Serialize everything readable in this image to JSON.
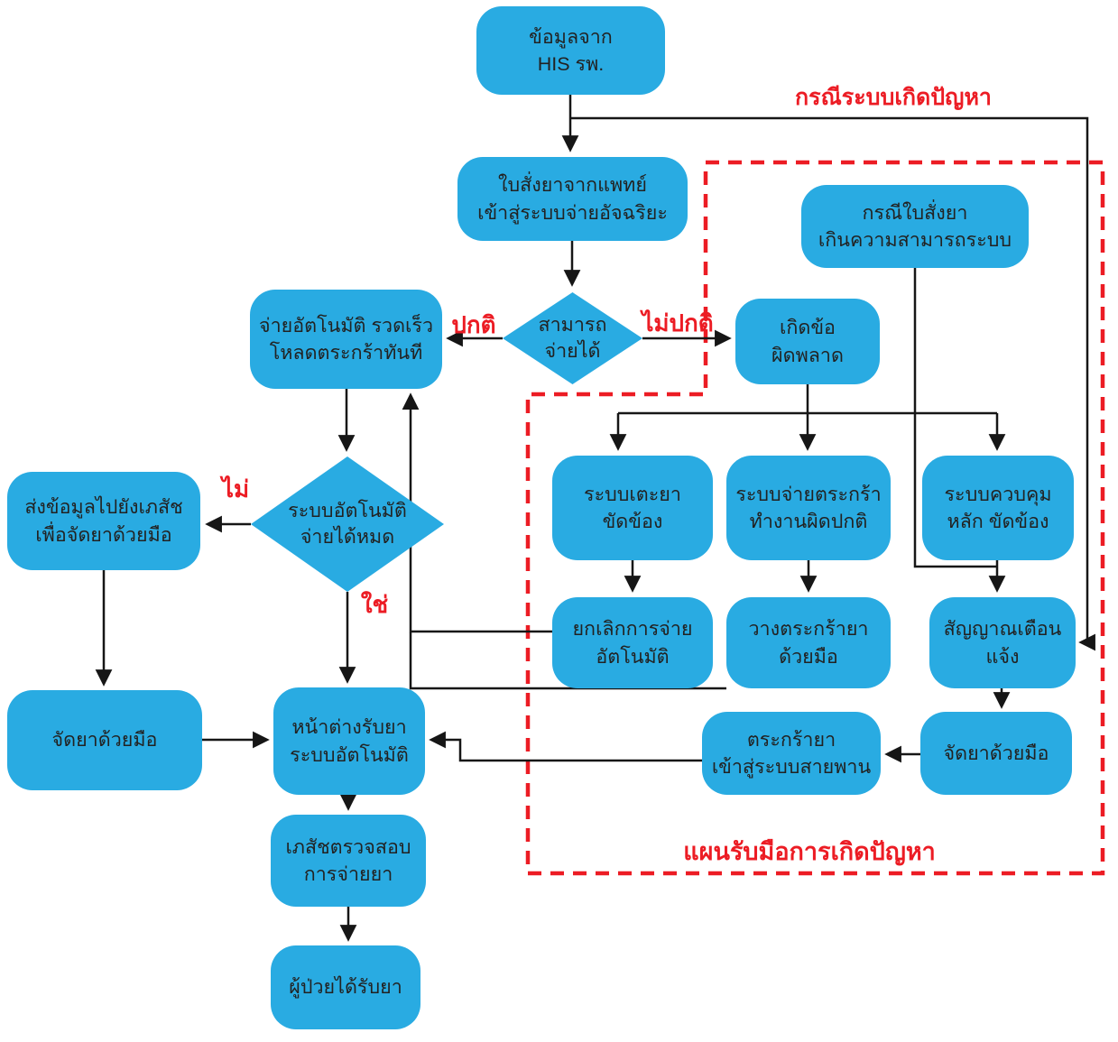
{
  "diagram": {
    "background": "#ffffff",
    "node_fill": "#29ABE2",
    "node_text_color": "#222222",
    "connector_color": "#161616",
    "alert_color": "#EC1C24",
    "nodes": {
      "his_data": "ข้อมูลจาก\nHIS รพ.",
      "prescription_entry": "ใบสั่งยาจากแพทย์\nเข้าสู่ระบบจ่ายอัจฉริยะ",
      "over_capacity_case": "กรณีใบสั่งยา\nเกินความสามารถระบบ",
      "auto_dispense_fast": "จ่ายอัตโนมัติ รวดเร็ว\nโหลดตระกร้าทันที",
      "decision_can_dispense": "สามารถ\nจ่ายได้",
      "error_occurred": "เกิดข้อ\nผิดพลาด",
      "send_to_pharmacist": "ส่งข้อมูลไปยังเภสัช\nเพื่อจัดยาด้วยมือ",
      "decision_auto_complete": "ระบบอัตโนมัติ\nจ่ายได้หมด",
      "kicker_malfunction": "ระบบเตะยา\nขัดข้อง",
      "basket_system_malfunction": "ระบบจ่ายตระกร้า\nทำงานผิดปกติ",
      "main_control_malfunction": "ระบบควบคุม\nหลัก ขัดข้อง",
      "cancel_auto_dispense": "ยกเลิกการจ่าย\nอัตโนมัติ",
      "place_basket_manually": "วางตระกร้ายา\nด้วยมือ",
      "alarm_notify": "สัญญาณเตือน\nแจ้ง",
      "manual_dispense_left": "จัดยาด้วยมือ",
      "pickup_window": "หน้าต่างรับยา\nระบบอัตโนมัติ",
      "basket_to_conveyor": "ตระกร้ายา\nเข้าสู่ระบบสายพาน",
      "manual_dispense_right": "จัดยาด้วยมือ",
      "pharmacist_verify": "เภสัชตรวจสอบ\nการจ่ายยา",
      "patient_receives": "ผู้ป่วยได้รับยา"
    },
    "edge_labels": {
      "normal": "ปกติ",
      "abnormal": "ไม่ปกติ",
      "no": "ไม่",
      "yes": "ใช่"
    },
    "annotations": {
      "system_problem_case": "กรณีระบบเกิดปัญหา",
      "contingency_plan": "แผนรับมือการเกิดปัญหา"
    }
  }
}
